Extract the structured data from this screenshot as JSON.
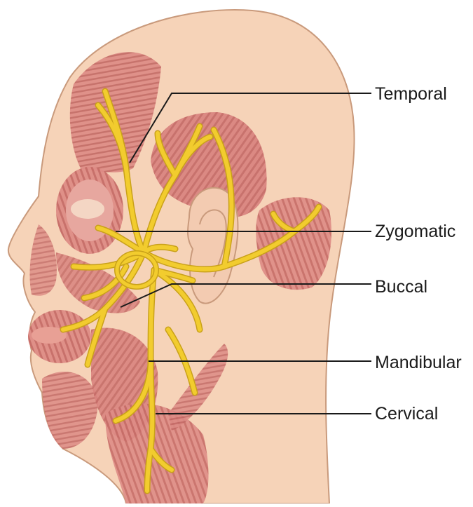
{
  "labels": {
    "temporal": "Temporal",
    "zygomatic": "Zygomatic",
    "buccal": "Buccal",
    "mandibular": "Mandibular",
    "cervical": "Cervical"
  },
  "colors": {
    "skin": "#f6d3b8",
    "skin_outline": "#c99a7c",
    "muscle": "#d9837e",
    "muscle_stripe": "#c46a66",
    "nerve": "#f2cc2e",
    "nerve_edge": "#c9a11a",
    "leader": "#1a1a1a"
  }
}
